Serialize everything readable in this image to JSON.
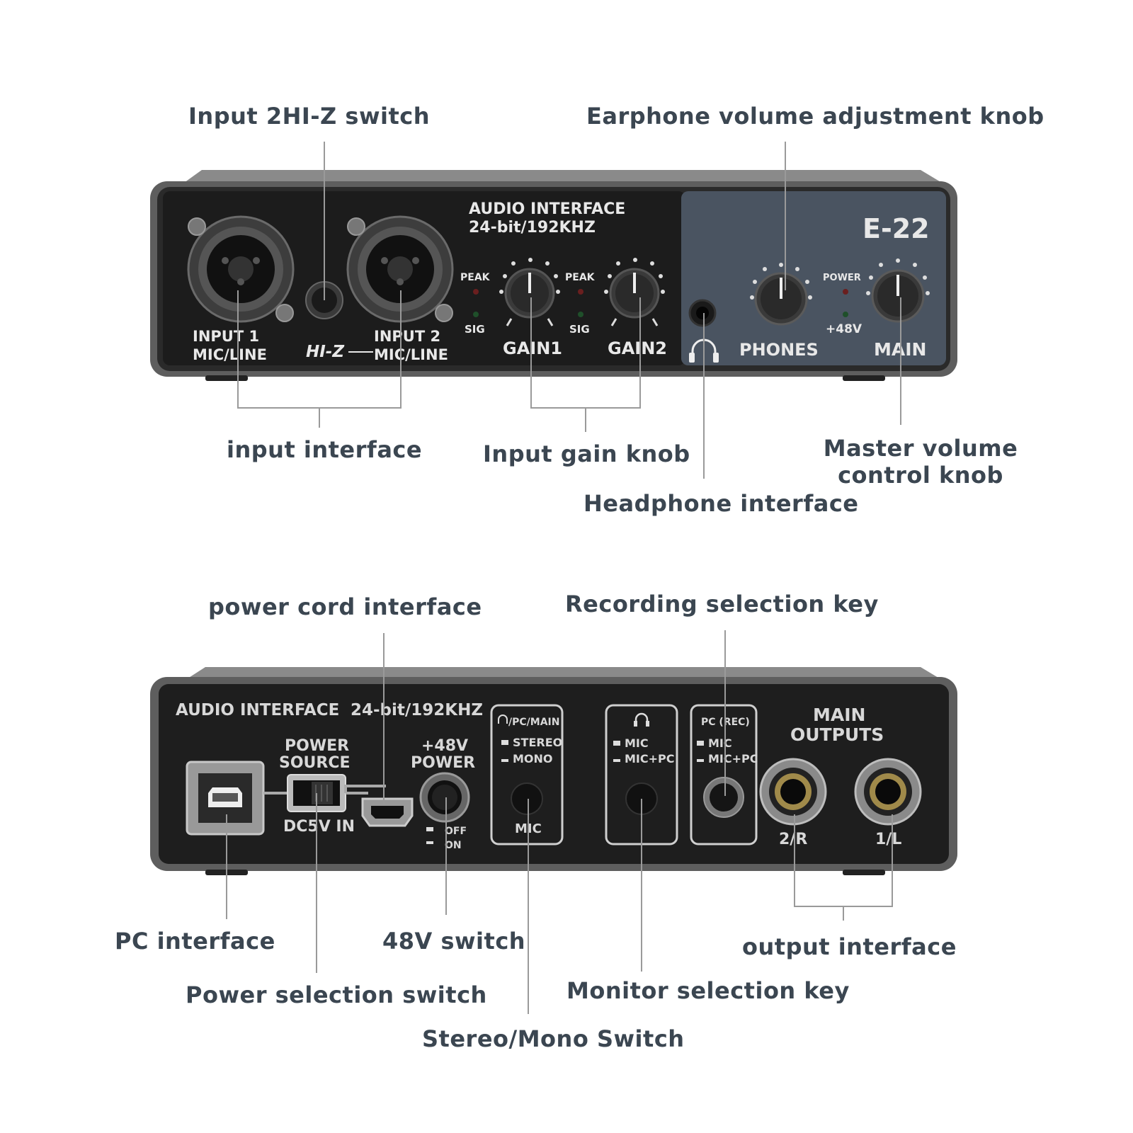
{
  "front_panel": {
    "header_line1": "AUDIO INTERFACE",
    "header_line2": "24-bit/192KHZ",
    "model": "E-22",
    "input1_line1": "INPUT 1",
    "input1_line2": "MIC/LINE",
    "input2_line1": "INPUT 2",
    "input2_line2": "MIC/LINE",
    "hiz_label": "HI-Z",
    "peak1": "PEAK",
    "sig1": "SIG",
    "peak2": "PEAK",
    "sig2": "SIG",
    "gain1": "GAIN1",
    "gain2": "GAIN2",
    "phones": "PHONES",
    "power_led": "POWER",
    "phantom_led": "+48V",
    "main": "MAIN"
  },
  "rear_panel": {
    "header_line1": "AUDIO INTERFACE",
    "header_line2": "24-bit/192KHZ",
    "power_source_line1": "POWER",
    "power_source_line2": "SOURCE",
    "dc_in": "DC5V IN",
    "power48_line1": "+48V",
    "power48_line2": "POWER",
    "off": "OFF",
    "on": "ON",
    "monitor_header": "/PC/MAIN",
    "stereo": "STEREO",
    "mono": "MONO",
    "mic_bottom": "MIC",
    "hp_mic": "MIC",
    "hp_micpc": "MIC+PC",
    "pcrec_header": "PC (REC)",
    "rec_mic": "MIC",
    "rec_micpc": "MIC+PC",
    "main_outputs_line1": "MAIN",
    "main_outputs_line2": "OUTPUTS",
    "out_r": "2/R",
    "out_l": "1/L"
  },
  "callouts": {
    "input_hiz_switch": "Input 2HI-Z switch",
    "earphone_volume_knob": "Earphone volume adjustment knob",
    "input_interface": "input interface",
    "input_gain_knob": "Input gain knob",
    "master_volume_line1": "Master volume",
    "master_volume_line2": "control knob",
    "headphone_interface": "Headphone interface",
    "power_cord_interface": "power cord interface",
    "recording_selection_key": "Recording selection key",
    "pc_interface": "PC interface",
    "switch_48v": "48V switch",
    "output_interface": "output interface",
    "power_selection_switch": "Power selection switch",
    "monitor_selection_key": "Monitor selection key",
    "stereo_mono_switch": "Stereo/Mono Switch"
  },
  "colors": {
    "label_text": "#3b4651",
    "leader_line": "#9a9a9a",
    "panel_black": "#1c1c1c",
    "panel_slate": "#4a5461",
    "chassis": "#5e5e5e",
    "led_red": "#6a1f1f",
    "led_green": "#1f4f2a"
  }
}
